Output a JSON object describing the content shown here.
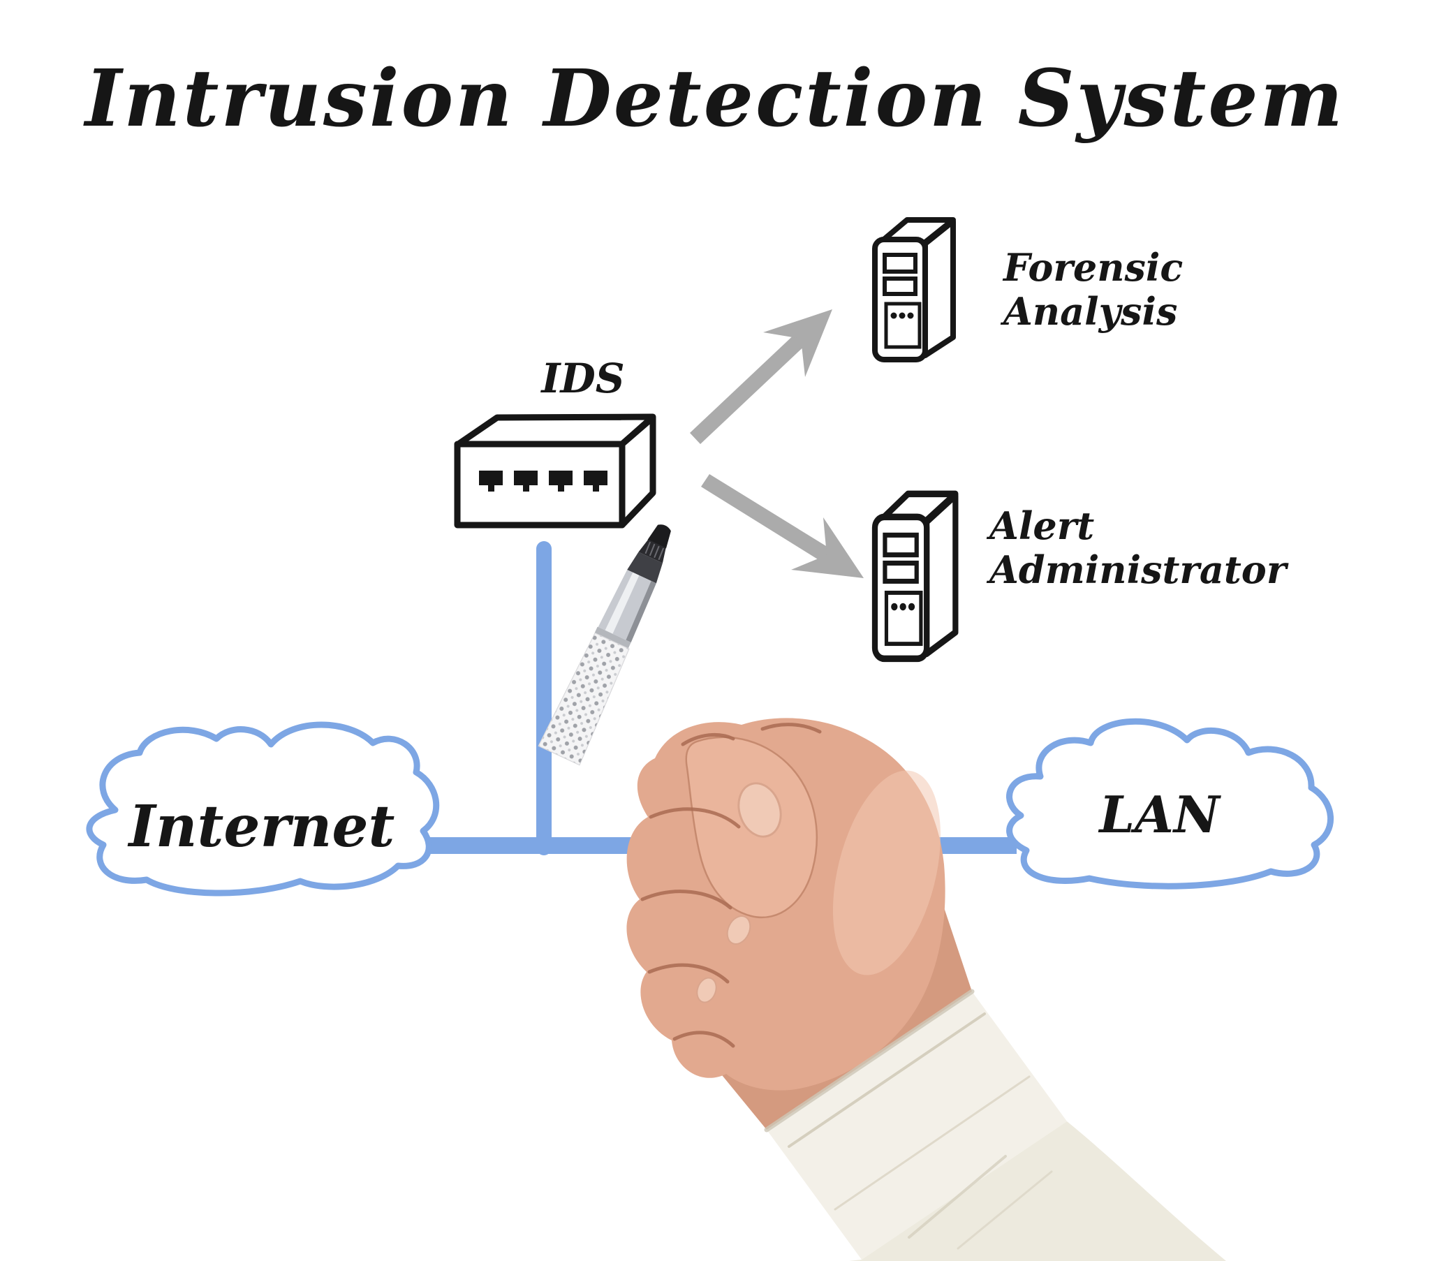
{
  "title": {
    "text": "Intrusion Detection System"
  },
  "diagram": {
    "ids": {
      "label": "IDS",
      "icon": "network-appliance-box-icon",
      "ports": 4
    },
    "forensic": {
      "line1": "Forensic",
      "line2": "Analysis",
      "icon": "server-tower-icon"
    },
    "alert": {
      "line1": "Alert",
      "line2": "Administrator",
      "icon": "server-tower-icon"
    },
    "internet": {
      "label": "Internet",
      "icon": "cloud-icon"
    },
    "lan": {
      "label": "LAN",
      "icon": "cloud-icon"
    },
    "pointer": {
      "icon": "hand-holding-pen-icon"
    }
  },
  "colors": {
    "background": "#ffffff",
    "link_blue": "#7da6e4",
    "arrow_gray": "#ababab",
    "ink_black": "#161616",
    "skin": "#e2a98f",
    "skin_dark": "#d49a7f",
    "skin_shadow": "#c68a6f",
    "skin_crease": "#a96b52",
    "skin_highlight": "#f2c9b2",
    "nail": "#f0cab6",
    "cuff_white": "#f3f0e8",
    "sleeve_white": "#edeade",
    "fabric_shadow": "#d5cfbe",
    "pen_black": "#1c1c1e",
    "pen_dark": "#3f4045",
    "pen_chrome": "#c7cad0",
    "pen_barrel": "#f4f4f5"
  }
}
